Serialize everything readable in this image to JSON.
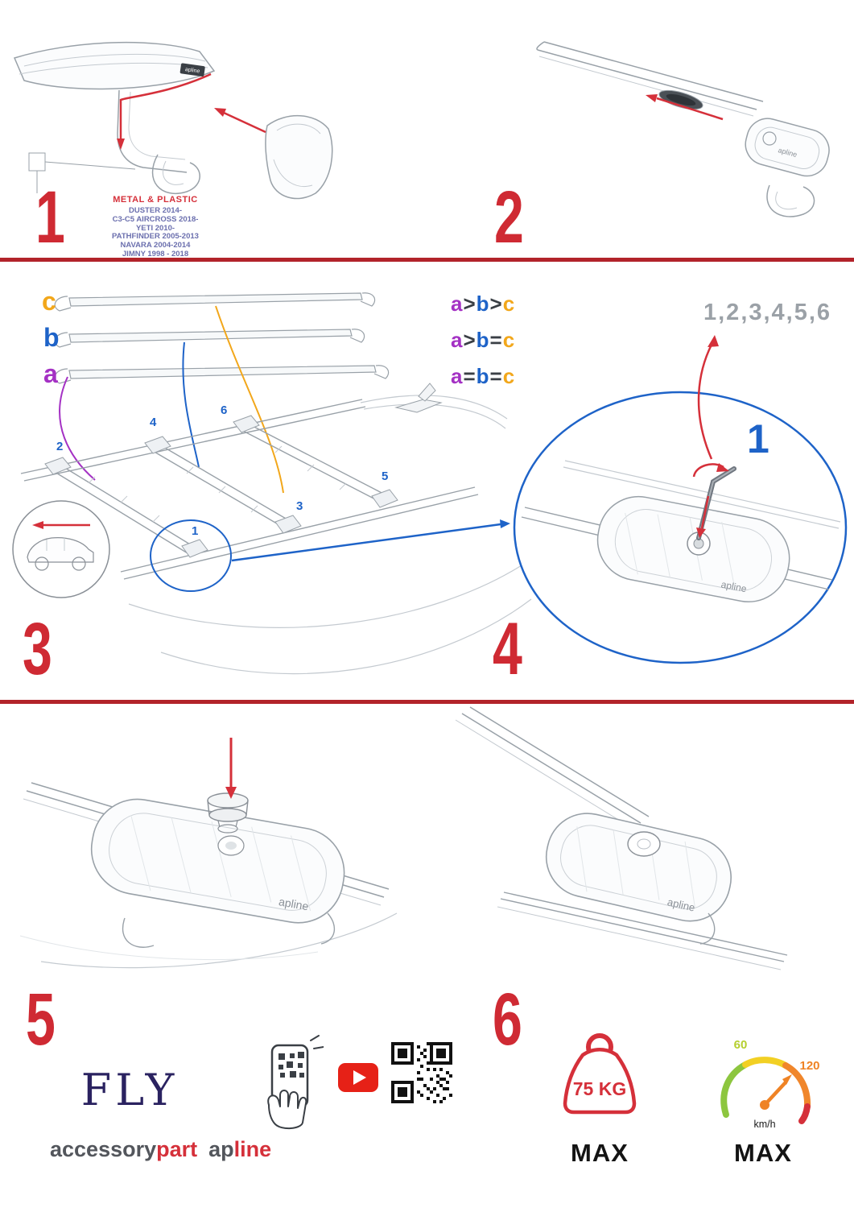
{
  "colors": {
    "red": "#d5303a",
    "blue": "#1e63c8",
    "purple": "#a431c4",
    "orange": "#f2a71b"
  },
  "step1": {
    "number": "1",
    "material": "METAL & PLASTIC",
    "models": [
      "DUSTER 2014-",
      "C3-C5 AIRCROSS 2018-",
      "YETI 2010-",
      "PATHFINDER 2005-2013",
      "NAVARA 2004-2014",
      "JIMNY 1998 - 2018"
    ]
  },
  "step2": {
    "number": "2"
  },
  "step3": {
    "number": "3",
    "bar_c": "c",
    "bar_b": "b",
    "bar_a": "a",
    "legend": [
      {
        "a": "a",
        "op1": ">",
        "b": "b",
        "op2": ">",
        "c": "c"
      },
      {
        "a": "a",
        "op1": ">",
        "b": "b",
        "op2": "=",
        "c": "c"
      },
      {
        "a": "a",
        "op1": "=",
        "b": "b",
        "op2": "=",
        "c": "c"
      }
    ],
    "positions": {
      "p1": "1",
      "p2": "2",
      "p3": "3",
      "p4": "4",
      "p5": "5",
      "p6": "6"
    }
  },
  "step4": {
    "number": "4",
    "sequence": "1,2,3,4,5,6",
    "first": "1"
  },
  "step5": {
    "number": "5"
  },
  "step6": {
    "number": "6"
  },
  "brand": {
    "pad_logo": "apline",
    "fly": "FLY",
    "accessory": "accessory",
    "part": "part",
    "ap": "ap",
    "line": "line"
  },
  "limits": {
    "weight": "75 KG",
    "weight_max": "MAX",
    "speed_low": "60",
    "speed_high": "120",
    "speed_unit": "km/h",
    "speed_max": "MAX"
  }
}
